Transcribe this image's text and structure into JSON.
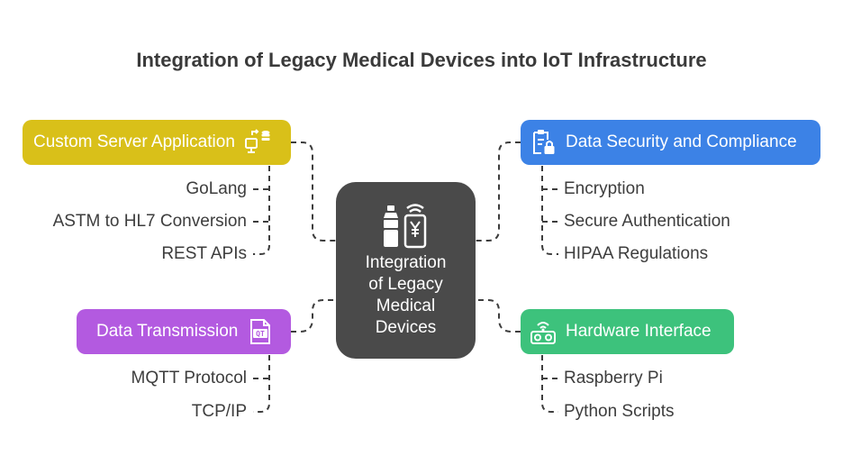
{
  "title": "Integration of Legacy Medical Devices into IoT Infrastructure",
  "center": {
    "label_lines": [
      "Integration",
      "of Legacy",
      "Medical",
      "Devices"
    ],
    "icon": "medical-device-phone-icon"
  },
  "branches": {
    "custom_server": {
      "label": "Custom Server Application",
      "color": "#D9C019",
      "icon": "server-transfer-icon",
      "items": [
        "GoLang",
        "ASTM to HL7 Conversion",
        "REST APIs"
      ]
    },
    "data_transmission": {
      "label": "Data Transmission",
      "color": "#B35AE0",
      "icon": "qt-document-icon",
      "items": [
        "MQTT Protocol",
        "TCP/IP"
      ]
    },
    "data_security": {
      "label": "Data Security and Compliance",
      "color": "#3C82E6",
      "icon": "clipboard-lock-icon",
      "items": [
        "Encryption",
        "Secure Authentication",
        "HIPAA Regulations"
      ]
    },
    "hardware_interface": {
      "label": "Hardware Interface",
      "color": "#3DC27C",
      "icon": "wireless-device-icon",
      "items": [
        "Raspberry Pi",
        "Python Scripts"
      ]
    }
  }
}
